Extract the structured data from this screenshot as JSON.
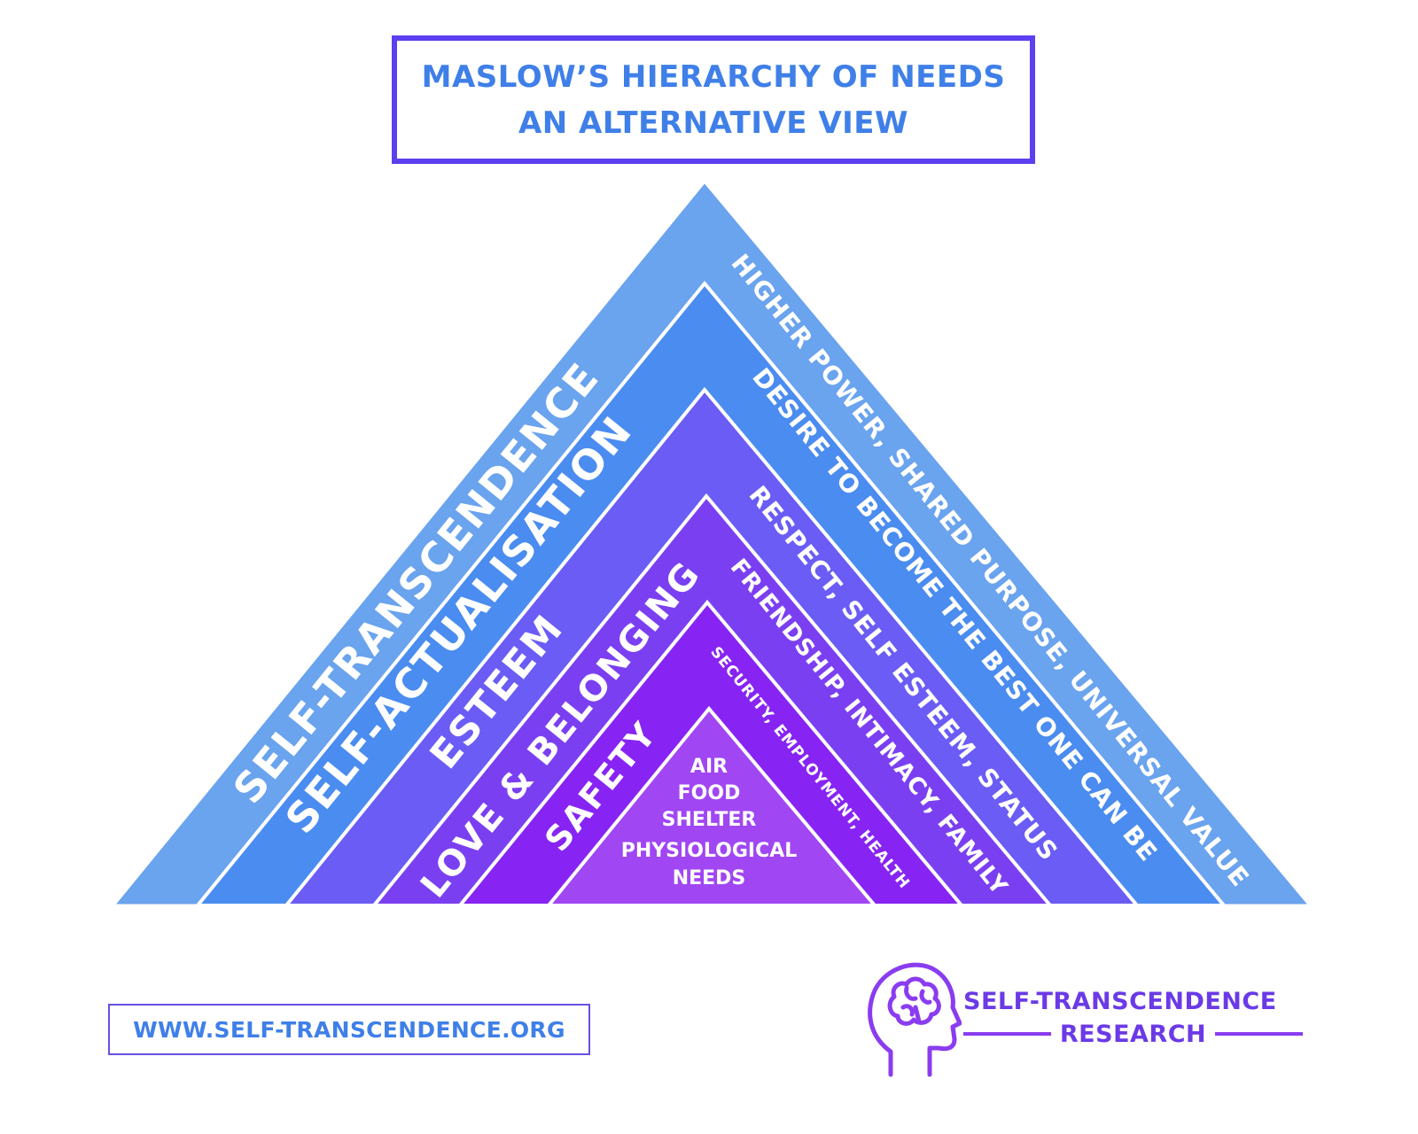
{
  "title": {
    "line1": "MASLOW’S HIERARCHY OF NEEDS",
    "line2": "AN ALTERNATIVE VIEW"
  },
  "levels": [
    {
      "name": "SELF-TRANSCENDENCE",
      "description": "HIGHER POWER, SHARED PURPOSE, UNIVERSAL VALUE",
      "color": "#6aa3ee"
    },
    {
      "name": "SELF-ACTUALISATION",
      "description": "DESIRE TO BECOME THE BEST ONE CAN BE",
      "color": "#4a8cf0"
    },
    {
      "name": "ESTEEM",
      "description": "RESPECT, SELF ESTEEM, STATUS",
      "color": "#6a5cf5"
    },
    {
      "name": "LOVE & BELONGING",
      "description": "FRIENDSHIP, INTIMACY, FAMILY",
      "color": "#7b3ff2"
    },
    {
      "name": "SAFETY",
      "description": "SECURITY, EMPLOYMENT, HEALTH",
      "color": "#8724f3"
    },
    {
      "name": "",
      "description": "",
      "color": "#a046f3"
    }
  ],
  "base": {
    "lines": [
      "AIR",
      "FOOD",
      "SHELTER",
      "PHYSIOLOGICAL",
      "NEEDS"
    ]
  },
  "url": "WWW.SELF-TRANSCENDENCE.ORG",
  "logo": {
    "line1": "SELF-TRANSCENDENCE",
    "line2": "RESEARCH",
    "icon": "brain-head-icon",
    "color": "#8a3cf0"
  }
}
